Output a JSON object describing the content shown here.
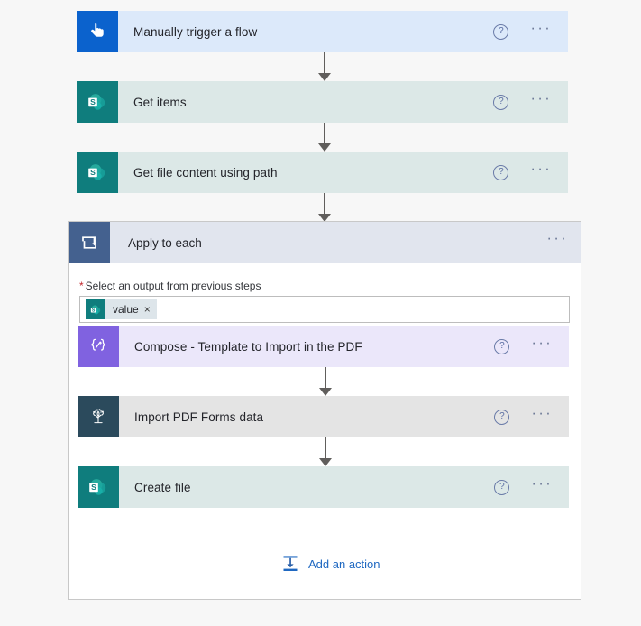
{
  "designer": {
    "background_color": "#f7f7f7",
    "accent_color": "#1f68c1"
  },
  "steps": [
    {
      "id": "manually-trigger-a-flow",
      "title": "Manually trigger a flow",
      "icon_name": "manual-trigger-icon",
      "icon_bg": "#0b62cd",
      "body_bg": "#dce9fa",
      "help_label": "?",
      "more_label": "···"
    },
    {
      "id": "get-items",
      "title": "Get items",
      "icon_name": "sharepoint-icon",
      "icon_bg": "#0f7d7d",
      "body_bg": "#dce8e7",
      "help_label": "?",
      "more_label": "···"
    },
    {
      "id": "get-file-content-using-path",
      "title": "Get file content using path",
      "icon_name": "sharepoint-icon",
      "icon_bg": "#0f7d7d",
      "body_bg": "#dce8e7",
      "help_label": "?",
      "more_label": "···"
    }
  ],
  "scope": {
    "title": "Apply to each",
    "icon_name": "loop-icon",
    "icon_bg": "#44618f",
    "header_bg": "#e1e5ee",
    "more_label": "···",
    "field": {
      "required_marker": "*",
      "label": "Select an output from previous steps",
      "token": {
        "text": "value",
        "icon_name": "sharepoint-icon",
        "remove_label": "×"
      }
    },
    "steps": [
      {
        "id": "compose-template-to-import-in-the-pdf",
        "title": "Compose - Template to Import in the PDF",
        "icon_name": "compose-icon",
        "icon_bg": "#8062e0",
        "body_bg": "#ebe7fa",
        "help_label": "?",
        "more_label": "···"
      },
      {
        "id": "import-pdf-forms-data",
        "title": "Import PDF Forms data",
        "icon_name": "encodian-tree-icon",
        "icon_bg": "#2b4a5c",
        "body_bg": "#e4e4e4",
        "help_label": "?",
        "more_label": "···"
      },
      {
        "id": "create-file",
        "title": "Create file",
        "icon_name": "sharepoint-icon",
        "icon_bg": "#0f7d7d",
        "body_bg": "#dce8e7",
        "help_label": "?",
        "more_label": "···"
      }
    ],
    "add_action": {
      "label": "Add an action",
      "icon_name": "add-action-icon"
    }
  }
}
